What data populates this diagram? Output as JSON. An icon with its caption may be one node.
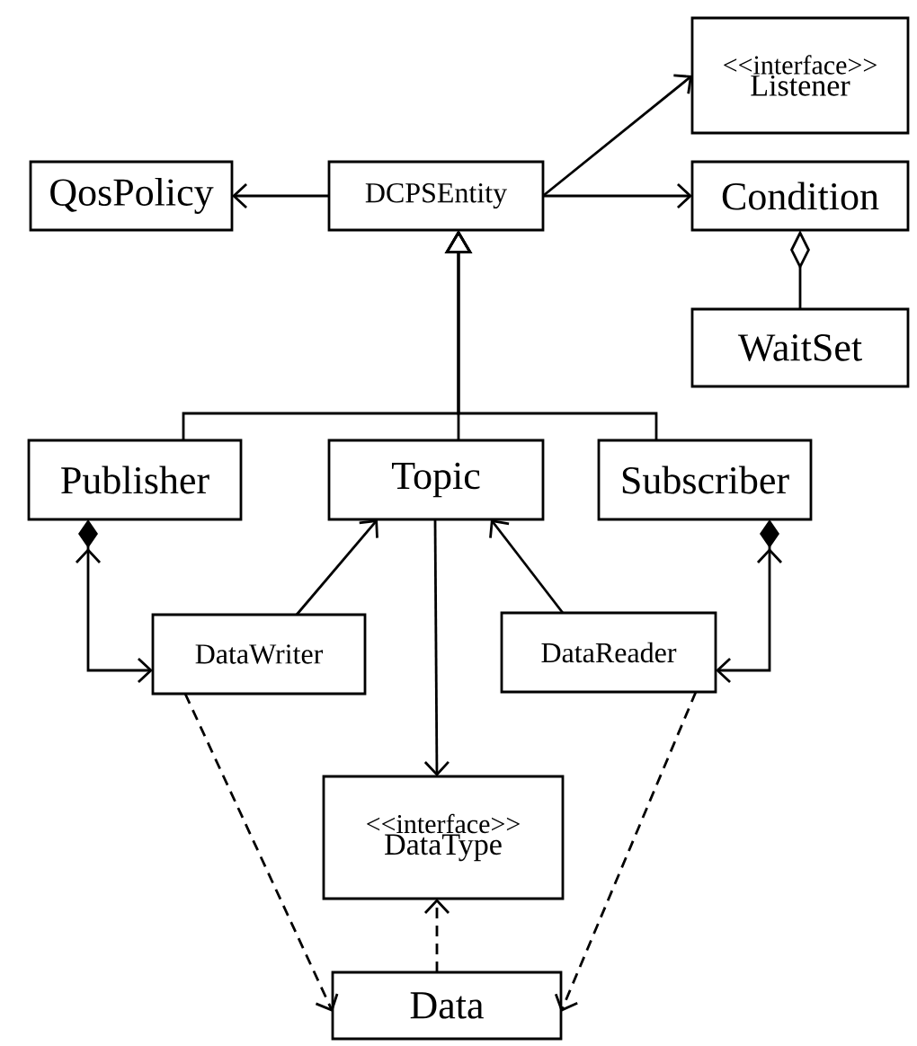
{
  "diagram": {
    "nodes": [
      {
        "text": [
          "DCPSEntity"
        ]
      },
      {
        "text": [
          "QosPolicy"
        ]
      },
      {
        "text": [
          "<<interface>>",
          "Listener"
        ]
      },
      {
        "text": [
          "Condition"
        ]
      },
      {
        "text": [
          "WaitSet"
        ]
      },
      {
        "text": [
          "Publisher"
        ]
      },
      {
        "text": [
          "Topic"
        ]
      },
      {
        "text": [
          "Subscriber"
        ]
      },
      {
        "text": [
          "DataWriter"
        ]
      },
      {
        "text": [
          "DataReader"
        ]
      },
      {
        "text": [
          "<<interface>>",
          "DataType"
        ]
      },
      {
        "text": [
          "Data"
        ]
      }
    ],
    "edges": [
      {
        "from": 0,
        "to": 1,
        "arrow": "to"
      },
      {
        "from": 0,
        "to": 2,
        "arrow": "to"
      },
      {
        "from": 0,
        "to": 3,
        "arrow": "to"
      },
      {
        "from": 4,
        "to": 3,
        "arrow": "other"
      },
      {
        "from": 5,
        "to": 0,
        "arrow": "to"
      },
      {
        "from": 6,
        "to": 0,
        "arrow": "to"
      },
      {
        "from": 7,
        "to": 0,
        "arrow": "to"
      },
      {
        "from": 5,
        "to": 8,
        "arrow": "both"
      },
      {
        "from": 7,
        "to": 9,
        "arrow": "both"
      },
      {
        "from": 8,
        "to": 6,
        "arrow": "to"
      },
      {
        "from": 9,
        "to": 6,
        "arrow": "to"
      },
      {
        "from": 6,
        "to": 10,
        "arrow": "to"
      },
      {
        "from": 8,
        "to": 11,
        "arrow": "to",
        "style": "dashed"
      },
      {
        "from": 9,
        "to": 11,
        "arrow": "to",
        "style": "dashed"
      },
      {
        "from": 11,
        "to": 10,
        "arrow": "to",
        "style": "dashed"
      }
    ]
  }
}
